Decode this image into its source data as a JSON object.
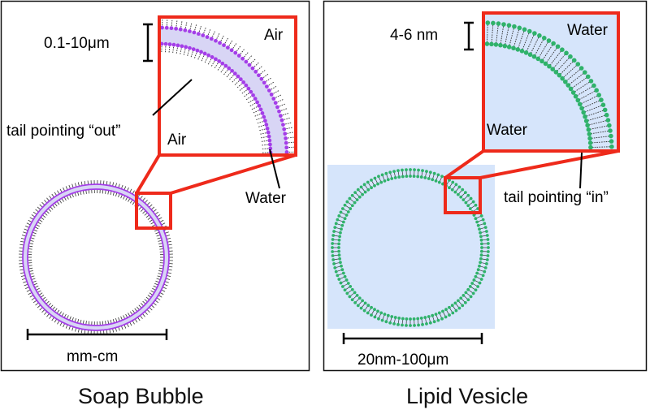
{
  "soap_bubble": {
    "caption": "Soap Bubble",
    "thickness": "0.1-10μm",
    "outer_medium": "Air",
    "inner_medium": "Air",
    "core_medium": "Water",
    "tail_note": "tail pointing “out”",
    "scale": "mm-cm"
  },
  "lipid_vesicle": {
    "caption": "Lipid Vesicle",
    "thickness": "4-6 nm",
    "outer_medium": "Water",
    "inner_medium": "Water",
    "tail_note": "tail pointing “in”",
    "scale": "20nm-100μm"
  },
  "colors": {
    "zoom_frame": "#ee2a1b",
    "bubble_head": "#a43ee8",
    "bubble_water": "#d8d5f5",
    "vesicle_head": "#2fb26a",
    "vesicle_water": "#d6e5fb",
    "tail": "#333333",
    "panel_border": "#111111"
  },
  "icons": {
    "thickness_marker": "i-beam-bracket-icon",
    "scale_marker": "scale-bar-icon"
  }
}
